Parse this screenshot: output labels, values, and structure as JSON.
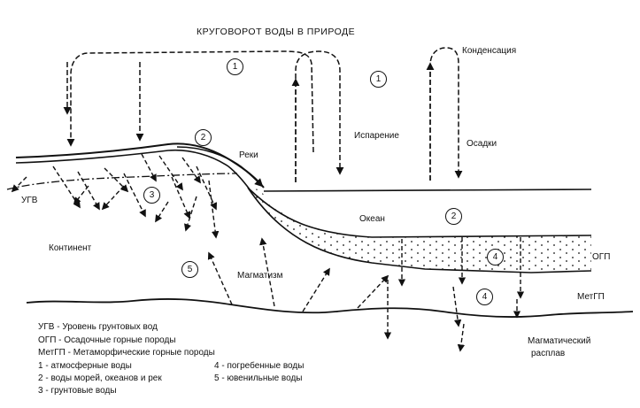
{
  "title": "КРУГОВОРОТ ВОДЫ В ПРИРОДЕ",
  "labels": {
    "condensation": "Конденсация",
    "evaporation": "Испарение",
    "precipitation": "Осадки",
    "rivers": "Реки",
    "ocean": "Океан",
    "ugv": "УГВ",
    "continent": "Континент",
    "magmatism": "Магматизм",
    "ogp": "ОГП",
    "metgp": "МетГП",
    "magma_melt_1": "Магматический",
    "magma_melt_2": "расплав"
  },
  "markers": {
    "m1a": "1",
    "m1b": "1",
    "m2a": "2",
    "m2b": "2",
    "m3": "3",
    "m4a": "4",
    "m4b": "4",
    "m5": "5"
  },
  "legend": {
    "ugv": "УГВ - Уровень грунтовых вод",
    "ogp": "ОГП - Осадочные горные породы",
    "metgp": "МетГП - Метаморфические горные породы",
    "item1": "1 - атмосферные воды",
    "item2": "2 - воды морей, океанов и рек",
    "item3": "3 - грунтовые воды",
    "item4": "4 - погребенные воды",
    "item5": "5 - ювенильные воды"
  }
}
